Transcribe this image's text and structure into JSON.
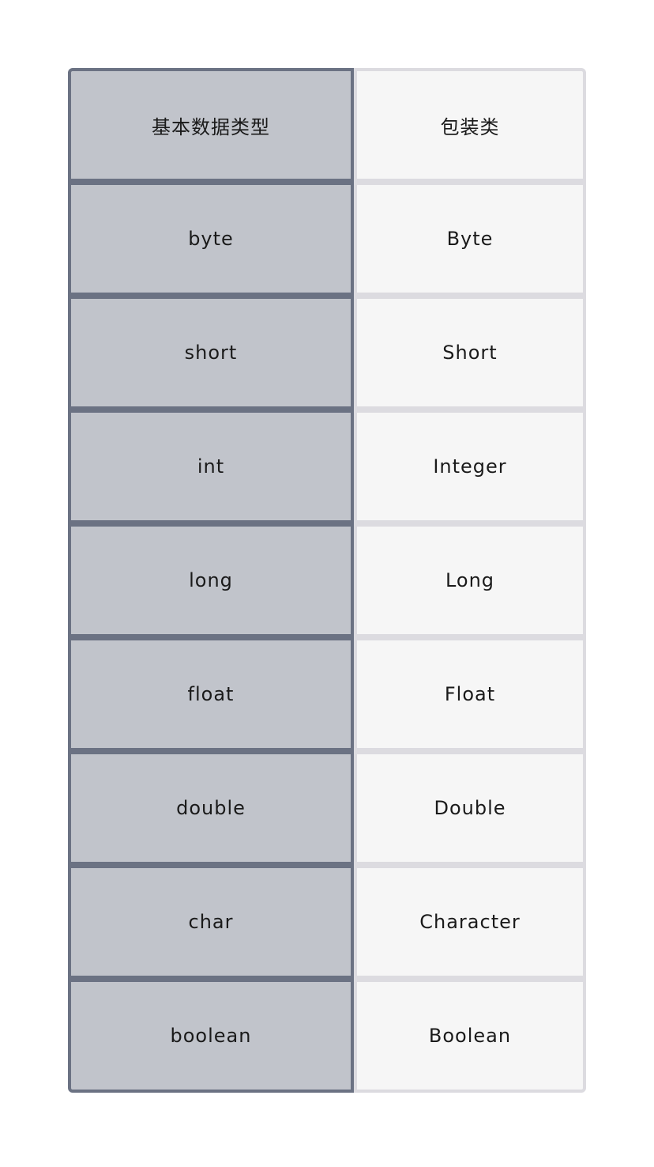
{
  "table": {
    "rows": [
      {
        "primitive": "基本数据类型",
        "wrapper": "包装类"
      },
      {
        "primitive": "byte",
        "wrapper": "Byte"
      },
      {
        "primitive": "short",
        "wrapper": "Short"
      },
      {
        "primitive": "int",
        "wrapper": "Integer"
      },
      {
        "primitive": "long",
        "wrapper": "Long"
      },
      {
        "primitive": "float",
        "wrapper": "Float"
      },
      {
        "primitive": "double",
        "wrapper": "Double"
      },
      {
        "primitive": "char",
        "wrapper": "Character"
      },
      {
        "primitive": "boolean",
        "wrapper": "Boolean"
      }
    ]
  },
  "colors": {
    "left_fill": "#c1c4cb",
    "left_border": "#6b7283",
    "right_fill": "#f6f6f6",
    "right_border": "#dcdbe0"
  }
}
